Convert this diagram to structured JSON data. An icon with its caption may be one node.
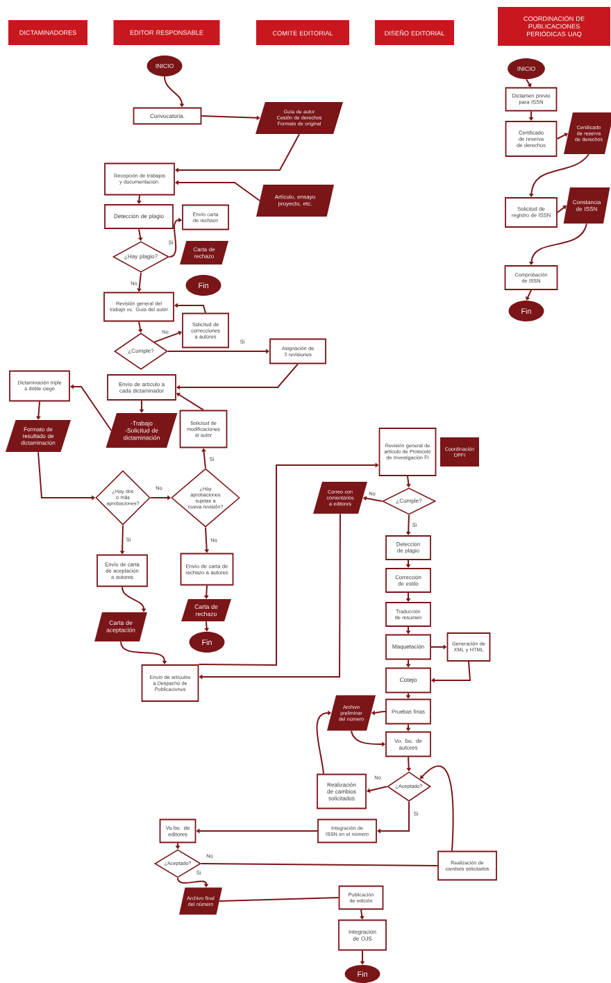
{
  "diagram": {
    "nodes": [
      {
        "text": [
          "DICTAMINADORES"
        ]
      },
      {
        "text": [
          "EDITOR RESPONSABLE"
        ]
      },
      {
        "text": [
          "COMITÉ EDITORIAL"
        ]
      },
      {
        "text": [
          "DISEÑO EDITORIAL"
        ]
      },
      {
        "text": [
          "COORDINACIÓN DE PUBLICACIONES PERIÓDICAS UAQ"
        ]
      },
      {
        "text": [
          "INICIO"
        ]
      },
      {
        "text": [
          "Convocatoria."
        ]
      },
      {
        "text": [
          "Guía de autor",
          "Cesión de derechos",
          "Formato de original"
        ]
      },
      {
        "text": [
          "Recepción de trabajos y documentación."
        ]
      },
      {
        "text": [
          "Artículo, ensayo proyecto, etc."
        ]
      },
      {
        "text": [
          "Detección de plagio"
        ]
      },
      {
        "text": [
          "Envío carta de rechazo"
        ]
      },
      {
        "text": [
          "¿Hay plagio?"
        ]
      },
      {
        "text": [
          "Carta de rechazo"
        ]
      },
      {
        "text": [
          "Fin"
        ]
      },
      {
        "text": [
          "Revisión general del trabajo vs. Guía del autor"
        ]
      },
      {
        "text": [
          "Solicitud de correcciones a autores"
        ]
      },
      {
        "text": [
          "¿Cumple?"
        ]
      },
      {
        "text": [
          "Asignación de 3 revisiones"
        ]
      },
      {
        "text": [
          "Envío de artículo a cada dictaminador"
        ]
      },
      {
        "text": [
          "Dictaminación triple a doble ciego"
        ]
      },
      {
        "text": [
          "Formato de resultado de dictaminación"
        ]
      },
      {
        "text": [
          "-Trabajo",
          "-Solicitud de dictaminación"
        ]
      },
      {
        "text": [
          "Solicitud de modificaciones al autor"
        ]
      },
      {
        "text": [
          "¿Hay dos o más aprobaciones?"
        ]
      },
      {
        "text": [
          "¿Hay aprobaciones sujetas a nueva revisión?"
        ]
      },
      {
        "text": [
          "Envío de carta de aceptación a autores"
        ]
      },
      {
        "text": [
          "Envío de carta de rechazo a autores"
        ]
      },
      {
        "text": [
          "Carta de aceptación"
        ]
      },
      {
        "text": [
          "Carta de rechazo"
        ]
      },
      {
        "text": [
          "Fin"
        ]
      },
      {
        "text": [
          "Envío de artículos a Despacho de Publicaciones"
        ]
      },
      {
        "text": [
          "Revisión general de artículo de Protocolo de Investigación FI"
        ]
      },
      {
        "text": [
          "Coordinación DPFI"
        ]
      },
      {
        "text": [
          "Correo con comentarios a editores"
        ]
      },
      {
        "text": [
          "¿Cumple?"
        ]
      },
      {
        "text": [
          "Detección de plagio"
        ]
      },
      {
        "text": [
          "Corrección de estilo"
        ]
      },
      {
        "text": [
          "Traducción de resumen"
        ]
      },
      {
        "text": [
          "Maquetación"
        ]
      },
      {
        "text": [
          "Generación de XML y HTML"
        ]
      },
      {
        "text": [
          "Cotejo"
        ]
      },
      {
        "text": [
          "Archivo preliminar del número"
        ]
      },
      {
        "text": [
          "Pruebas finas"
        ]
      },
      {
        "text": [
          "Vo. bo. de autores"
        ]
      },
      {
        "text": [
          "¿Aceptado?"
        ]
      },
      {
        "text": [
          "Realización de cambios solicitados"
        ]
      },
      {
        "text": [
          "Integración de ISSN en el número"
        ]
      },
      {
        "text": [
          "Vo.bo. de editores"
        ]
      },
      {
        "text": [
          "¿Aceptado?"
        ]
      },
      {
        "text": [
          "Realización de cambios solicitados"
        ]
      },
      {
        "text": [
          "Archivo final del número"
        ]
      },
      {
        "text": [
          "Publicación de edición"
        ]
      },
      {
        "text": [
          "Integración de OJS"
        ]
      },
      {
        "text": [
          "Fin"
        ]
      },
      {
        "text": [
          "INICIO"
        ]
      },
      {
        "text": [
          "Dictamen previo para ISSN"
        ]
      },
      {
        "text": [
          "Certificado de reserva de derechos"
        ]
      },
      {
        "text": [
          "Certificado de reserva de derechos"
        ]
      },
      {
        "text": [
          "Solicitud de registro de ISSN"
        ]
      },
      {
        "text": [
          "Constancia de ISSN"
        ]
      },
      {
        "text": [
          "Comprobación de ISSN"
        ]
      },
      {
        "text": [
          "Fin"
        ]
      }
    ],
    "edges": [
      {
        "from": 5,
        "to": 6,
        "arrow": "to"
      },
      {
        "from": 6,
        "to": 7,
        "arrow": "to"
      },
      {
        "from": 7,
        "to": 8,
        "arrow": "to"
      },
      {
        "from": 9,
        "to": 8,
        "arrow": "to"
      },
      {
        "from": 8,
        "to": 10,
        "arrow": "to"
      },
      {
        "from": 10,
        "to": 12,
        "arrow": "to"
      },
      {
        "from": 12,
        "to": 11,
        "arrow": "to",
        "label": "Si"
      },
      {
        "from": 12,
        "to": 15,
        "arrow": "to",
        "label": "No"
      },
      {
        "from": 16,
        "to": 15,
        "arrow": "to"
      },
      {
        "from": 15,
        "to": 17,
        "arrow": "to"
      },
      {
        "from": 17,
        "to": 16,
        "arrow": "to",
        "label": "No"
      },
      {
        "from": 17,
        "to": 18,
        "arrow": "to",
        "label": "Si"
      },
      {
        "from": 18,
        "to": 19,
        "arrow": "to"
      },
      {
        "from": 19,
        "to": 22,
        "arrow": "to"
      },
      {
        "from": 22,
        "to": 20,
        "arrow": "to"
      },
      {
        "from": 20,
        "to": 21,
        "arrow": "to"
      },
      {
        "from": 21,
        "to": 24,
        "arrow": "to"
      },
      {
        "from": 23,
        "to": 19,
        "arrow": "to"
      },
      {
        "from": 24,
        "to": 25,
        "arrow": "to",
        "label": "No"
      },
      {
        "from": 24,
        "to": 26,
        "arrow": "to",
        "label": "Si"
      },
      {
        "from": 25,
        "to": 23,
        "arrow": "to",
        "label": "Si"
      },
      {
        "from": 25,
        "to": 27,
        "arrow": "to",
        "label": "No"
      },
      {
        "from": 26,
        "to": 28,
        "arrow": "to"
      },
      {
        "from": 27,
        "to": 29,
        "arrow": "to"
      },
      {
        "from": 29,
        "to": 30,
        "arrow": "to"
      },
      {
        "from": 28,
        "to": 31,
        "arrow": "to"
      },
      {
        "from": 31,
        "to": 32,
        "arrow": "to"
      },
      {
        "from": 34,
        "to": 31,
        "arrow": "to"
      },
      {
        "from": 32,
        "to": 35,
        "arrow": "to"
      },
      {
        "from": 35,
        "to": 34,
        "arrow": "to",
        "label": "No"
      },
      {
        "from": 35,
        "to": 36,
        "arrow": "to",
        "label": "Si"
      },
      {
        "from": 36,
        "to": 37,
        "arrow": "to"
      },
      {
        "from": 37,
        "to": 38,
        "arrow": "to"
      },
      {
        "from": 38,
        "to": 39,
        "arrow": "to"
      },
      {
        "from": 39,
        "to": 40,
        "arrow": "to"
      },
      {
        "from": 40,
        "to": 41,
        "arrow": "to"
      },
      {
        "from": 39,
        "to": 41,
        "arrow": "to"
      },
      {
        "from": 41,
        "to": 43,
        "arrow": "to"
      },
      {
        "from": 43,
        "to": 42,
        "arrow": "to"
      },
      {
        "from": 42,
        "to": 44,
        "arrow": "to"
      },
      {
        "from": 43,
        "to": 44,
        "arrow": "to"
      },
      {
        "from": 44,
        "to": 45,
        "arrow": "to"
      },
      {
        "from": 45,
        "to": 46,
        "arrow": "to",
        "label": "No"
      },
      {
        "from": 46,
        "to": 42,
        "arrow": "to"
      },
      {
        "from": 45,
        "to": 47,
        "arrow": "to",
        "label": "Si"
      },
      {
        "from": 47,
        "to": 48,
        "arrow": "to"
      },
      {
        "from": 48,
        "to": 49,
        "arrow": "to"
      },
      {
        "from": 49,
        "to": 50,
        "arrow": "none",
        "label": "No"
      },
      {
        "from": 50,
        "to": 45,
        "arrow": "to"
      },
      {
        "from": 49,
        "to": 51,
        "arrow": "to",
        "label": "Si"
      },
      {
        "from": 51,
        "to": 52,
        "arrow": "none"
      },
      {
        "from": 52,
        "to": 53,
        "arrow": "to"
      },
      {
        "from": 53,
        "to": 54,
        "arrow": "to"
      },
      {
        "from": 55,
        "to": 56,
        "arrow": "to"
      },
      {
        "from": 56,
        "to": 57,
        "arrow": "to"
      },
      {
        "from": 57,
        "to": 58,
        "arrow": "to"
      },
      {
        "from": 58,
        "to": 59,
        "arrow": "to"
      },
      {
        "from": 59,
        "to": 60,
        "arrow": "to"
      },
      {
        "from": 60,
        "to": 61,
        "arrow": "to"
      },
      {
        "from": 61,
        "to": 62,
        "arrow": "to"
      }
    ]
  }
}
